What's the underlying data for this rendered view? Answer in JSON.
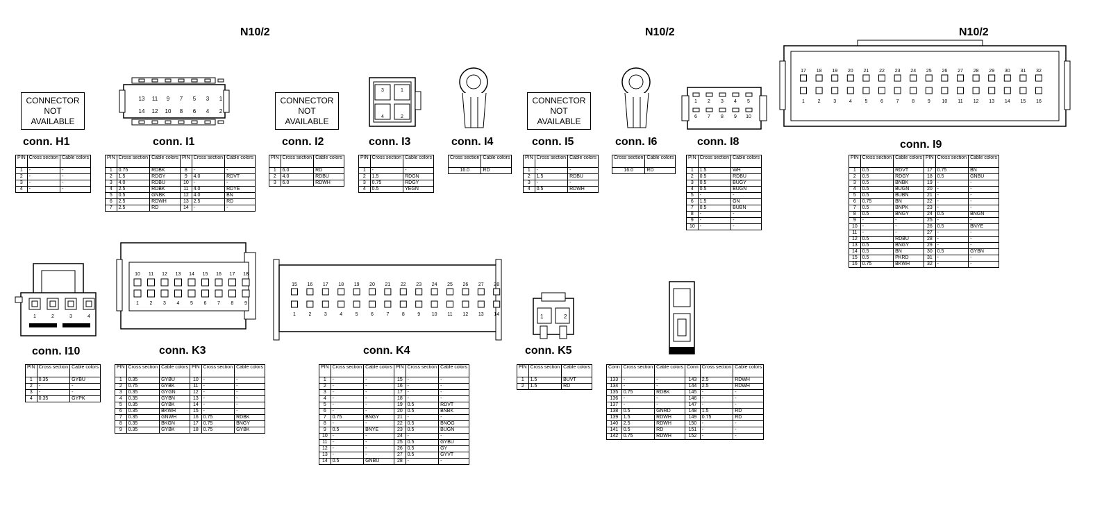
{
  "headers": [
    "N10/2",
    "N10/2",
    "N10/2"
  ],
  "na_text": [
    "CONNECTOR",
    "NOT",
    "AVAILABLE"
  ],
  "tables": {
    "H1": {
      "label": "conn. H1",
      "cols": [
        "PIN",
        "Cross section",
        "Cable colors"
      ],
      "rows": [
        [
          "1",
          "-",
          "-"
        ],
        [
          "2",
          "-",
          "-"
        ],
        [
          "3",
          "-",
          "-"
        ],
        [
          "4",
          "-",
          "-"
        ]
      ]
    },
    "I1": {
      "label": "conn. I1",
      "cols": [
        "PIN",
        "Cross section",
        "Cable colors",
        "PIN",
        "Cross section",
        "Cable colors"
      ],
      "rows": [
        [
          "1",
          "0.75",
          "RDBK",
          "8",
          "-",
          "-"
        ],
        [
          "2",
          "1.5",
          "RDGY",
          "9",
          "4.0",
          "RDVT"
        ],
        [
          "3",
          "4.0",
          "RDBU",
          "10",
          "-",
          "-"
        ],
        [
          "4",
          "2.5",
          "RDBK",
          "11",
          "4.0",
          "RDYE"
        ],
        [
          "5",
          "0.5",
          "GNBK",
          "12",
          "4.0",
          "BN"
        ],
        [
          "6",
          "2.5",
          "RDWH",
          "13",
          "2.5",
          "RD"
        ],
        [
          "7",
          "2.5",
          "RD",
          "14",
          "-",
          "-"
        ]
      ]
    },
    "I2": {
      "label": "conn. I2",
      "cols": [
        "PIN",
        "Cross section",
        "Cable colors"
      ],
      "rows": [
        [
          "1",
          "6.0",
          "RD"
        ],
        [
          "2",
          "4.0",
          "RDBU"
        ],
        [
          "3",
          "6.0",
          "RDWH"
        ]
      ]
    },
    "I3": {
      "label": "conn. I3",
      "cols": [
        "PIN",
        "Cross section",
        "Cable colors"
      ],
      "rows": [
        [
          "1",
          "-",
          "-"
        ],
        [
          "2",
          "1.5",
          "RDGN"
        ],
        [
          "3",
          "0.75",
          "RDGY"
        ],
        [
          "4",
          "0.5",
          "YEGN"
        ]
      ]
    },
    "I4": {
      "label": "conn. I4",
      "cols": [
        "Cross section",
        "Cable colors"
      ],
      "rows": [
        [
          "16.0",
          "RD"
        ]
      ]
    },
    "I5": {
      "label": "conn. I5",
      "cols": [
        "PIN",
        "Cross section",
        "Cable colors"
      ],
      "rows": [
        [
          "1",
          "-",
          "-"
        ],
        [
          "2",
          "1.5",
          "RDBU"
        ],
        [
          "3",
          "-",
          "-"
        ],
        [
          "4",
          "0.5",
          "RDWH"
        ]
      ]
    },
    "I6": {
      "label": "conn. I6",
      "cols": [
        "Cross section",
        "Cable colors"
      ],
      "rows": [
        [
          "16.0",
          "RD"
        ]
      ]
    },
    "I8": {
      "label": "conn. I8",
      "cols": [
        "PIN",
        "Cross section",
        "Cable colors"
      ],
      "rows": [
        [
          "1",
          "1.5",
          "WH"
        ],
        [
          "2",
          "0.5",
          "RDBU"
        ],
        [
          "3",
          "0.5",
          "BUGY"
        ],
        [
          "4",
          "0.5",
          "BUGN"
        ],
        [
          "5",
          "-",
          "-"
        ],
        [
          "6",
          "1.5",
          "GN"
        ],
        [
          "7",
          "0.5",
          "BUBN"
        ],
        [
          "8",
          "-",
          "-"
        ],
        [
          "9",
          "-",
          "-"
        ],
        [
          "10",
          "-",
          "-"
        ]
      ]
    },
    "I9": {
      "label": "conn. I9",
      "cols": [
        "PIN",
        "Cross section",
        "Cable colors",
        "PIN",
        "Cross section",
        "Cable colors"
      ],
      "rows": [
        [
          "1",
          "0.5",
          "RDVT",
          "17",
          "0.75",
          "BN"
        ],
        [
          "2",
          "0.5",
          "RDGY",
          "18",
          "0.5",
          "GNBU"
        ],
        [
          "3",
          "0.5",
          "BNBK",
          "19",
          "-",
          "-"
        ],
        [
          "4",
          "0.5",
          "BUGN",
          "20",
          "-",
          "-"
        ],
        [
          "5",
          "0.5",
          "BUBN",
          "21",
          "-",
          "-"
        ],
        [
          "6",
          "0.75",
          "BN",
          "22",
          "-",
          "-"
        ],
        [
          "7",
          "0.5",
          "BNPK",
          "23",
          "-",
          "-"
        ],
        [
          "8",
          "0.5",
          "BNGY",
          "24",
          "0.5",
          "BNGN"
        ],
        [
          "9",
          "-",
          "-",
          "25",
          "-",
          "-"
        ],
        [
          "10",
          "-",
          "-",
          "26",
          "0.5",
          "BNYE"
        ],
        [
          "11",
          "-",
          "-",
          "27",
          "-",
          "-"
        ],
        [
          "12",
          "0.5",
          "RDBU",
          "28",
          "-",
          "-"
        ],
        [
          "13",
          "0.5",
          "BNGY",
          "29",
          "-",
          "-"
        ],
        [
          "14",
          "0.5",
          "BN",
          "30",
          "0.5",
          "GYBN"
        ],
        [
          "15",
          "0.5",
          "PKRD",
          "31",
          "-",
          "-"
        ],
        [
          "16",
          "0.75",
          "BKWH",
          "32",
          "-",
          "-"
        ]
      ]
    },
    "I10": {
      "label": "conn. I10",
      "cols": [
        "PIN",
        "Cross section",
        "Cable colors"
      ],
      "rows": [
        [
          "1",
          "0.35",
          "GYBU"
        ],
        [
          "2",
          "-",
          "-"
        ],
        [
          "3",
          "-",
          "-"
        ],
        [
          "4",
          "0.35",
          "GYPK"
        ]
      ]
    },
    "K3": {
      "label": "conn. K3",
      "cols": [
        "PIN",
        "Cross section",
        "Cable colors",
        "PIN",
        "Cross section",
        "Cable colors"
      ],
      "rows": [
        [
          "1",
          "0.35",
          "GYBU",
          "10",
          "-",
          "-"
        ],
        [
          "2",
          "0.75",
          "GYBK",
          "11",
          "-",
          "-"
        ],
        [
          "3",
          "0.35",
          "GYGN",
          "12",
          "-",
          "-"
        ],
        [
          "4",
          "0.35",
          "GYBN",
          "13",
          "-",
          "-"
        ],
        [
          "5",
          "0.35",
          "GYBK",
          "14",
          "-",
          "-"
        ],
        [
          "6",
          "0.35",
          "BKWH",
          "15",
          "-",
          "-"
        ],
        [
          "7",
          "0.35",
          "GNWH",
          "16",
          "0.75",
          "RDBK"
        ],
        [
          "8",
          "0.35",
          "BKGN",
          "17",
          "0.75",
          "BNGY"
        ],
        [
          "9",
          "0.35",
          "GYBK",
          "18",
          "0.75",
          "GYBK"
        ]
      ]
    },
    "K4": {
      "label": "conn. K4",
      "cols": [
        "PIN",
        "Cross section",
        "Cable colors",
        "PIN",
        "Cross section",
        "Cable colors"
      ],
      "rows": [
        [
          "1",
          "-",
          "-",
          "15",
          "-",
          "-"
        ],
        [
          "2",
          "-",
          "-",
          "16",
          "-",
          "-"
        ],
        [
          "3",
          "-",
          "-",
          "17",
          "-",
          "-"
        ],
        [
          "4",
          "-",
          "-",
          "18",
          "-",
          "-"
        ],
        [
          "5",
          "-",
          "-",
          "19",
          "0.5",
          "RDVT"
        ],
        [
          "6",
          "-",
          "-",
          "20",
          "0.5",
          "BNBK"
        ],
        [
          "7",
          "0.75",
          "BNGY",
          "21",
          "-",
          "-"
        ],
        [
          "8",
          "-",
          "-",
          "22",
          "0.5",
          "BNOG"
        ],
        [
          "9",
          "0.5",
          "BNYE",
          "23",
          "0.5",
          "BUGN"
        ],
        [
          "10",
          "-",
          "-",
          "24",
          "-",
          "-"
        ],
        [
          "11",
          "-",
          "-",
          "25",
          "0.5",
          "GYBU"
        ],
        [
          "12",
          "-",
          "-",
          "26",
          "0.5",
          "GY"
        ],
        [
          "13",
          "-",
          "-",
          "27",
          "0.5",
          "GYVT"
        ],
        [
          "14",
          "0.5",
          "GNBU",
          "28",
          "-",
          "-"
        ]
      ]
    },
    "K5": {
      "label": "conn. K5",
      "cols": [
        "PIN",
        "Cross section",
        "Cable colors"
      ],
      "rows": [
        [
          "1",
          "1.5",
          "BUVT"
        ],
        [
          "2",
          "1.5",
          "RD"
        ]
      ]
    },
    "BIG": {
      "label": "",
      "cols": [
        "Conn",
        "Cross section",
        "Cable colors",
        "Conn",
        "Cross section",
        "Cable colors"
      ],
      "rows": [
        [
          "133",
          "-",
          "-",
          "143",
          "2.5",
          "RDWH"
        ],
        [
          "134",
          "-",
          "-",
          "144",
          "2.5",
          "RDWH"
        ],
        [
          "135",
          "0.75",
          "RDBK",
          "145",
          "-",
          "-"
        ],
        [
          "136",
          "-",
          "-",
          "146",
          "-",
          "-"
        ],
        [
          "137",
          "-",
          "-",
          "147",
          "-",
          "-"
        ],
        [
          "138",
          "0.5",
          "GNRD",
          "148",
          "1.5",
          "RD"
        ],
        [
          "139",
          "1.5",
          "RDWH",
          "149",
          "0.75",
          "RD"
        ],
        [
          "140",
          "2.5",
          "RDWH",
          "150",
          "-",
          "-"
        ],
        [
          "141",
          "0.5",
          "RD",
          "151",
          "-",
          "-"
        ],
        [
          "142",
          "0.75",
          "RDWH",
          "152",
          "-",
          "-"
        ]
      ]
    }
  },
  "pins": {
    "I1_top": [
      "13",
      "11",
      "9",
      "7",
      "5",
      "3",
      "1"
    ],
    "I1_bottom": [
      "14",
      "12",
      "10",
      "8",
      "6",
      "4",
      "2"
    ],
    "I3": [
      "3",
      "1",
      "4",
      "2"
    ],
    "I8_top": [
      "1",
      "2",
      "3",
      "4",
      "5"
    ],
    "I8_bottom": [
      "6",
      "7",
      "8",
      "9",
      "10"
    ],
    "I9_top": [
      "17",
      "18",
      "19",
      "20",
      "21",
      "22",
      "23",
      "24",
      "25",
      "26",
      "27",
      "28",
      "29",
      "30",
      "31",
      "32"
    ],
    "I9_bottom": [
      "1",
      "2",
      "3",
      "4",
      "5",
      "6",
      "7",
      "8",
      "9",
      "10",
      "11",
      "12",
      "13",
      "14",
      "15",
      "16"
    ],
    "I10": [
      "1",
      "2",
      "3",
      "4"
    ],
    "K3_top": [
      "10",
      "11",
      "12",
      "13",
      "14",
      "15",
      "16",
      "17",
      "18"
    ],
    "K3_bottom": [
      "1",
      "2",
      "3",
      "4",
      "5",
      "6",
      "7",
      "8",
      "9"
    ],
    "K4_top": [
      "15",
      "16",
      "17",
      "18",
      "19",
      "20",
      "21",
      "22",
      "23",
      "24",
      "25",
      "26",
      "27",
      "28"
    ],
    "K4_bottom": [
      "1",
      "2",
      "3",
      "4",
      "5",
      "6",
      "7",
      "8",
      "9",
      "10",
      "11",
      "12",
      "13",
      "14"
    ],
    "K5": [
      "1",
      "2"
    ]
  }
}
